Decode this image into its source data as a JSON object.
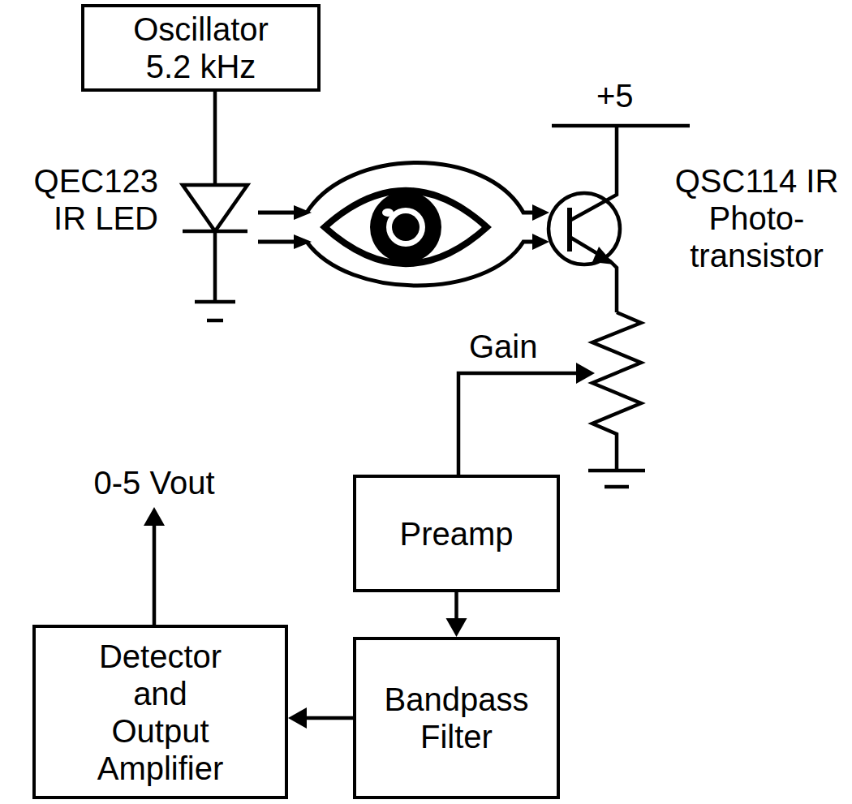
{
  "diagram": {
    "nodes": [
      {
        "text": [
          "Oscillator 5.2 kHz"
        ]
      },
      {
        "text": [
          "Preamp"
        ]
      },
      {
        "text": [
          "Bandpass Filter"
        ]
      },
      {
        "text": [
          "Detector and Output Amplifier"
        ]
      }
    ],
    "edges": [
      {
        "from": 1,
        "to": 2,
        "arrow": "to"
      },
      {
        "from": 2,
        "to": 3,
        "arrow": "to"
      }
    ],
    "labels": [
      "QEC123 IR LED",
      "+5",
      "QSC114 IR Photo- transistor",
      "Gain",
      "0-5 Vout"
    ]
  }
}
